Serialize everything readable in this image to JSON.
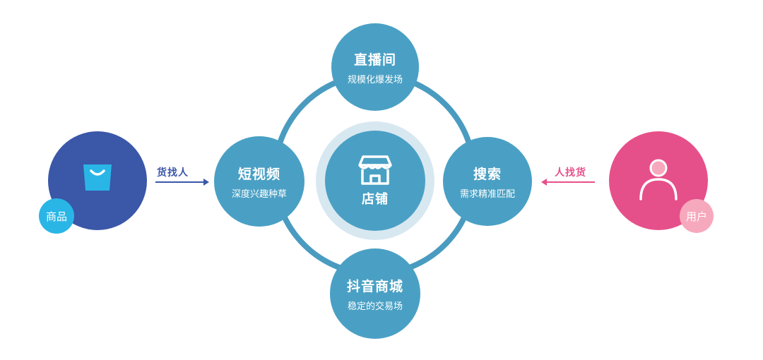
{
  "colors": {
    "ring": "#4a9bc0",
    "node": "#4aa0c4",
    "halo": "#d8e8f1",
    "product": "#3a57a8",
    "product_badge": "#29b6e6",
    "user": "#e6508a",
    "user_badge": "#f6a9bd",
    "arrow_left": "#3a57a8",
    "arrow_right": "#e6508a"
  },
  "center": {
    "title": "店铺",
    "icon": "storefront-icon"
  },
  "nodes": {
    "top": {
      "title": "直播间",
      "subtitle": "规模化爆发场"
    },
    "left": {
      "title": "短视频",
      "subtitle": "深度兴趣种草"
    },
    "right": {
      "title": "搜索",
      "subtitle": "需求精准匹配"
    },
    "bottom": {
      "title": "抖音商城",
      "subtitle": "稳定的交易场"
    }
  },
  "product": {
    "label": "商品",
    "icon": "shopping-bag-icon"
  },
  "user": {
    "label": "用户",
    "icon": "user-icon"
  },
  "arrows": {
    "left_label": "货找人",
    "right_label": "人找货"
  }
}
